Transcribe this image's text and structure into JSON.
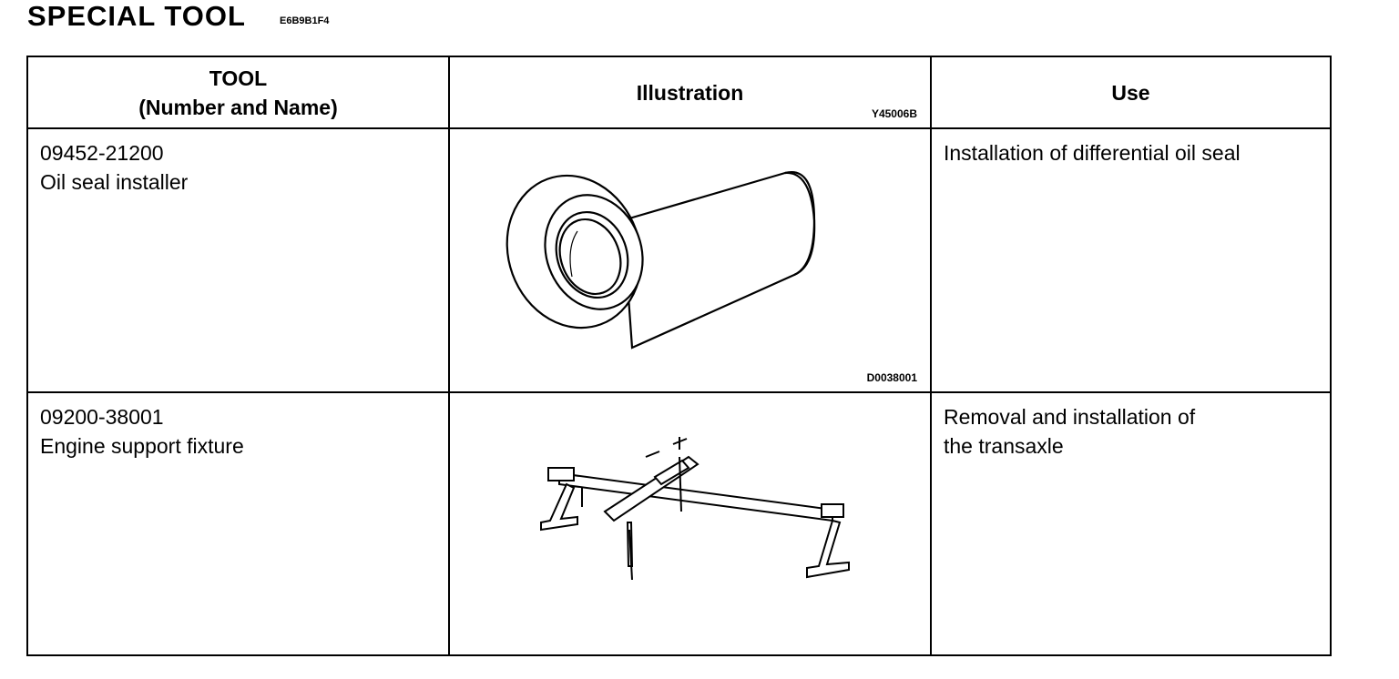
{
  "header": {
    "title": "SPECIAL TOOL",
    "code": "E6B9B1F4"
  },
  "table": {
    "columns": {
      "tool_line1": "TOOL",
      "tool_line2": "(Number and Name)",
      "illustration": "Illustration",
      "use": "Use"
    },
    "rows": [
      {
        "number": "09452-21200",
        "name": "Oil seal installer",
        "figure_id": "Y45006B",
        "use_line1": "Installation of differential oil seal",
        "use_line2": ""
      },
      {
        "number": "09200-38001",
        "name": "Engine support fixture",
        "figure_id": "D0038001",
        "use_line1": "Removal and installation of",
        "use_line2": "the transaxle"
      }
    ]
  }
}
